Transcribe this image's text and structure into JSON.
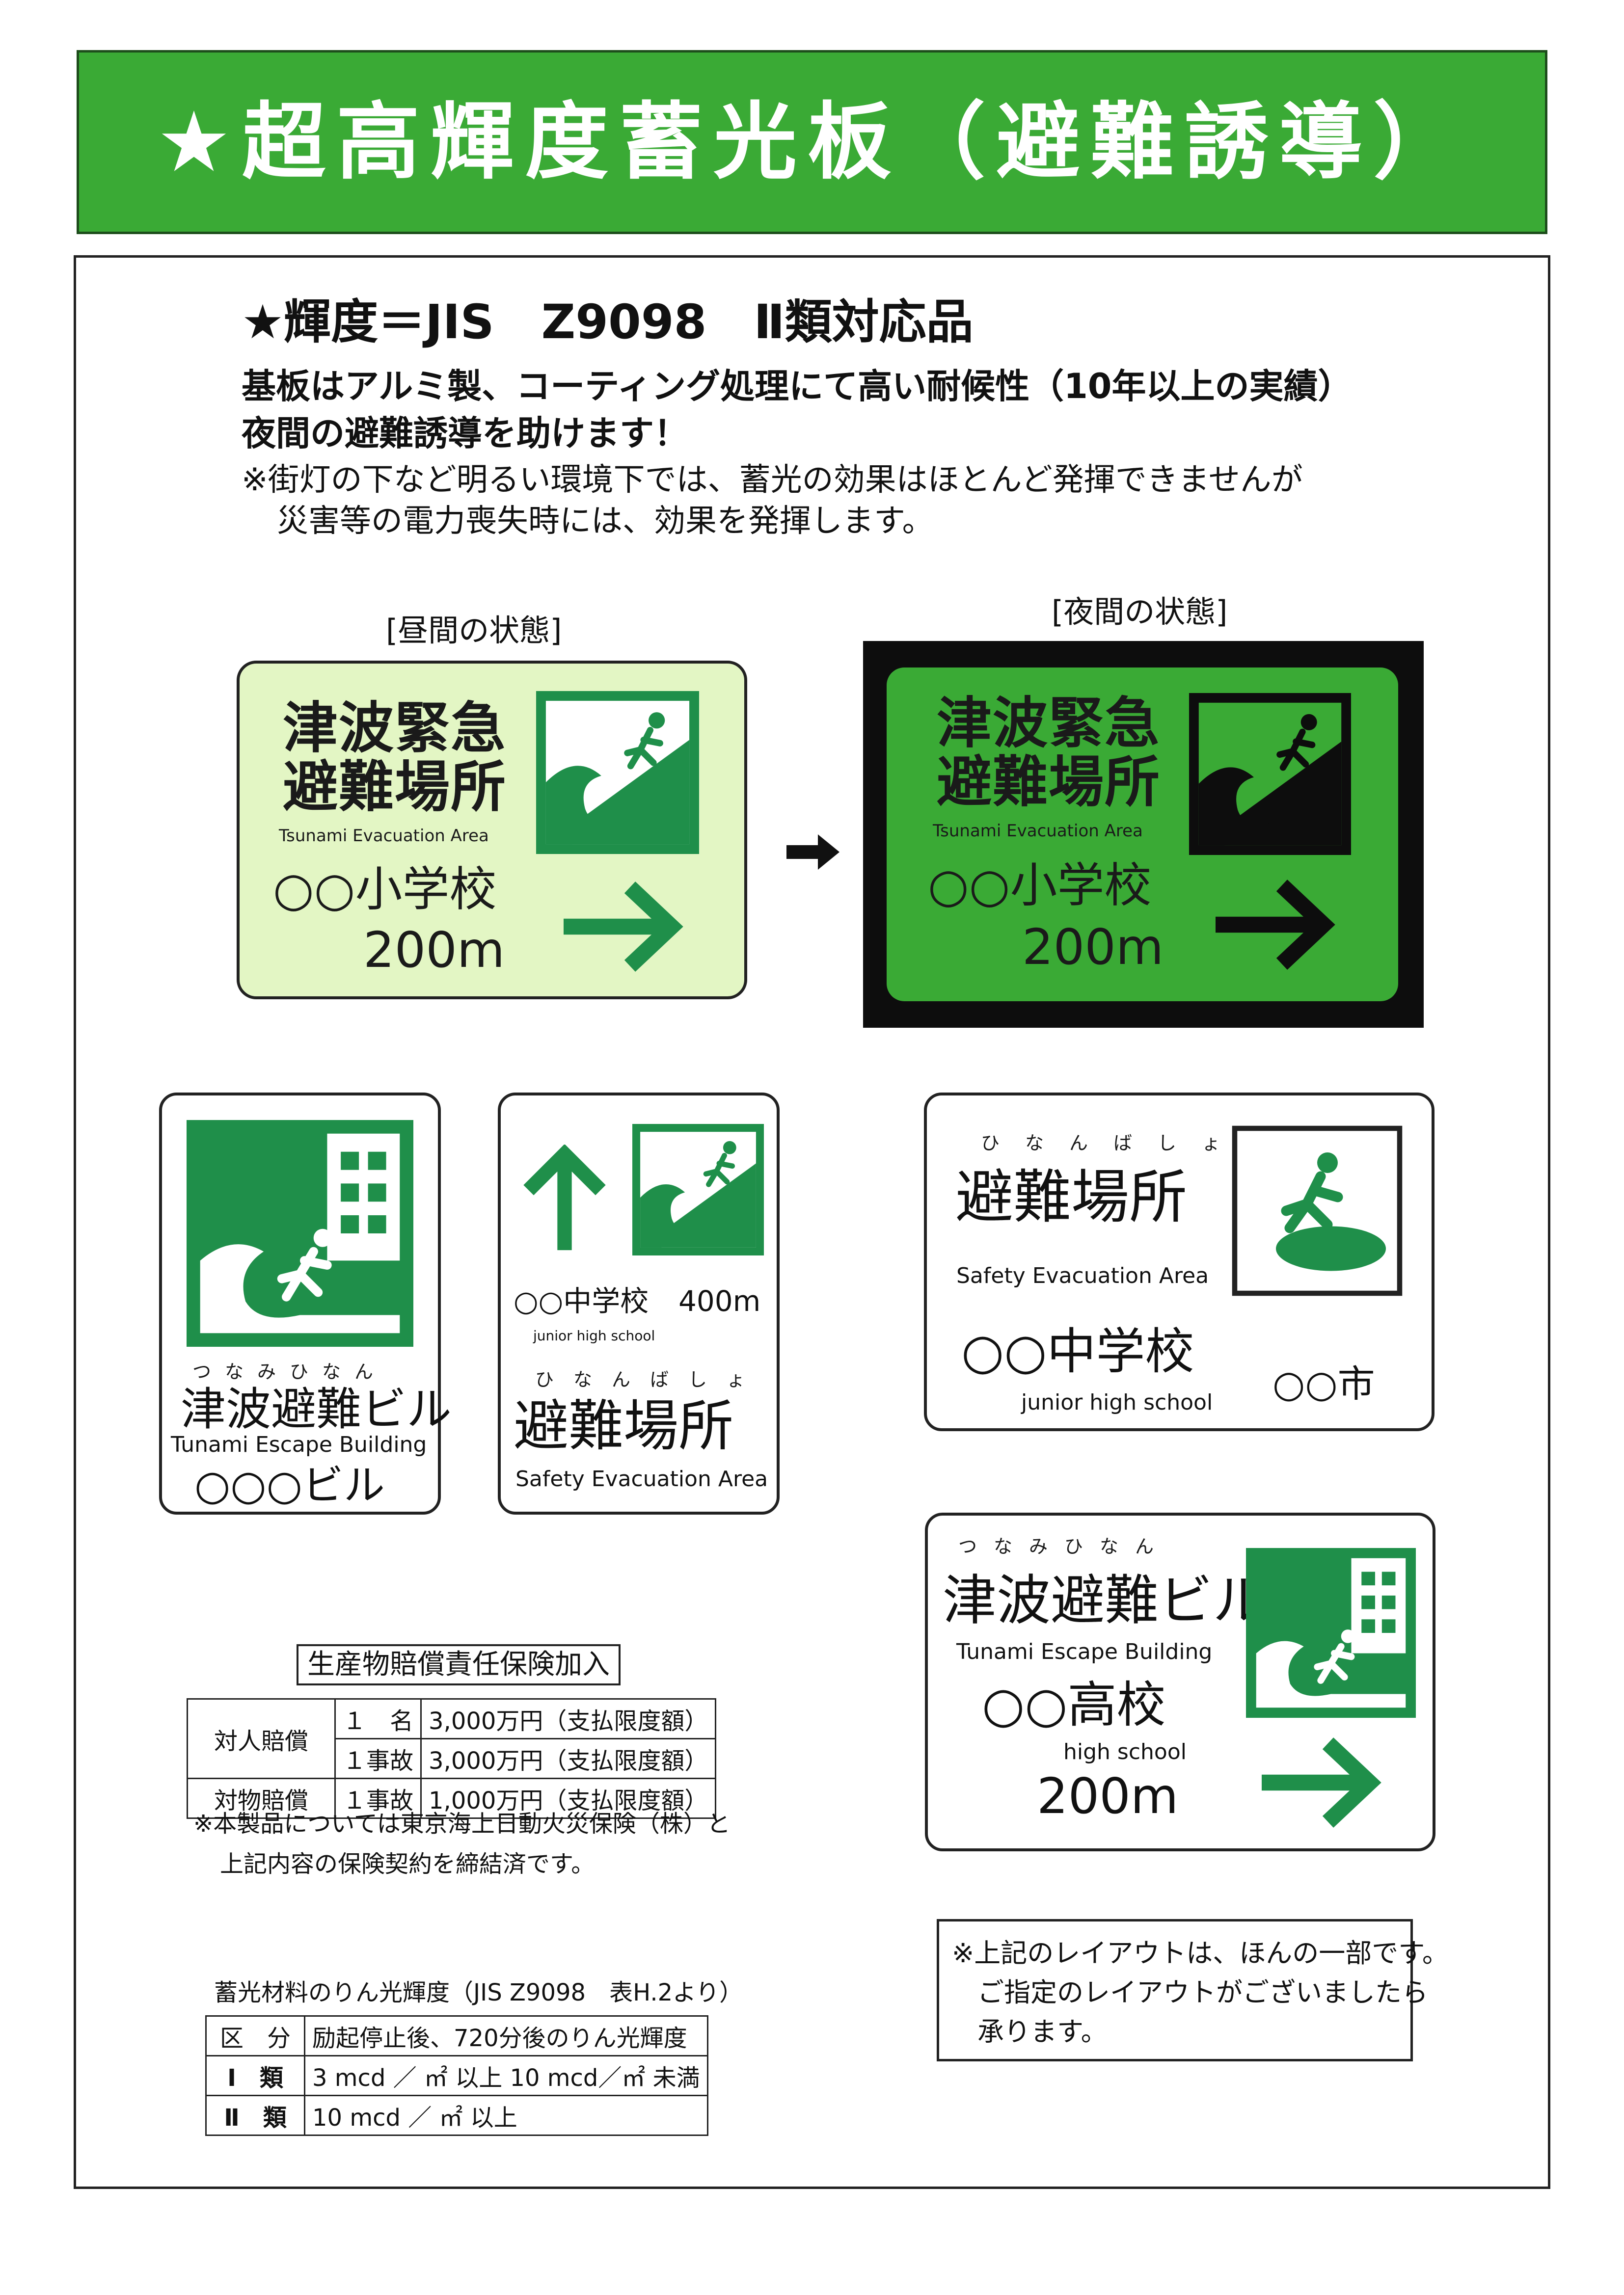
{
  "banner": {
    "title": "★超高輝度蓄光板（避難誘導）"
  },
  "intro": {
    "jis_line": "★輝度＝JIS　Z9098　Ⅱ類対応品",
    "lead_1": "基板はアルミ製、コーティング処理にて高い耐候性（10年以上の実績）",
    "lead_2": "夜間の避難誘導を助けます！",
    "note_1": "※街灯の下など明るい環境下では、蓄光の効果はほとんど発揮できませんが",
    "note_2": "災害等の電力喪失時には、効果を発揮します。"
  },
  "comparison": {
    "day_caption": "[昼間の状態]",
    "night_caption": "[夜間の状態]",
    "sign": {
      "title_1": "津波緊急",
      "title_2": "避難場所",
      "subtitle": "Tsunami Evacuation Area",
      "school": "○○小学校",
      "distance": "200m"
    }
  },
  "sign_building": {
    "ruby": "つなみひなん",
    "title": "津波避難ビル",
    "subtitle": "Tunami  Escape  Building",
    "name": "○○○ビル"
  },
  "sign_arrow": {
    "school": "○○中学校",
    "distance": "400m",
    "school_en": "junior  high  school",
    "ruby": "ひなんばしょ",
    "title": "避難場所",
    "subtitle": "Safety Evacuation Area"
  },
  "sign_area": {
    "ruby": "ひなんばしょ",
    "title": "避難場所",
    "subtitle": "Safety Evacuation Area",
    "school": "○○中学校",
    "school_en": "junior  high  school",
    "city": "○○市"
  },
  "sign_highschool": {
    "ruby": "つなみひなん",
    "title": "津波避難ビル",
    "subtitle": "Tunami  Escape  Building",
    "school": "○○高校",
    "school_en": "high  school",
    "distance": "200m"
  },
  "insurance": {
    "heading": "生産物賠償責任保険加入",
    "rows": [
      {
        "category": "対人賠償",
        "unit": "１　名",
        "amount": "3,000万円（支払限度額）"
      },
      {
        "category": "",
        "unit": "１事故",
        "amount": "3,000万円（支払限度額）"
      },
      {
        "category": "対物賠償",
        "unit": "１事故",
        "amount": "1,000万円（支払限度額）"
      }
    ],
    "note_1": "※本製品については東京海上日動火災保険（株）と",
    "note_2": "上記内容の保険契約を締結済です。"
  },
  "layout_note": {
    "line_1": "※上記のレイアウトは、ほんの一部です。",
    "line_2": "ご指定のレイアウトがございましたら",
    "line_3": "承ります。"
  },
  "luminance": {
    "heading": "蓄光材料のりん光輝度（JIS Z9098　表H.2より）",
    "header": {
      "col_1": "区　分",
      "col_2": "励起停止後、720分後のりん光輝度"
    },
    "rows": [
      {
        "class": "Ⅰ　類",
        "value": "3 mcd ／ ㎡ 以上 10 mcd／㎡ 未満"
      },
      {
        "class": "Ⅱ　類",
        "value": "10 mcd ／ ㎡ 以上"
      }
    ]
  },
  "colors": {
    "brand_green": "#3aaa35",
    "sign_green": "#1f8f4a",
    "day_glow": "#e3f6c4"
  }
}
